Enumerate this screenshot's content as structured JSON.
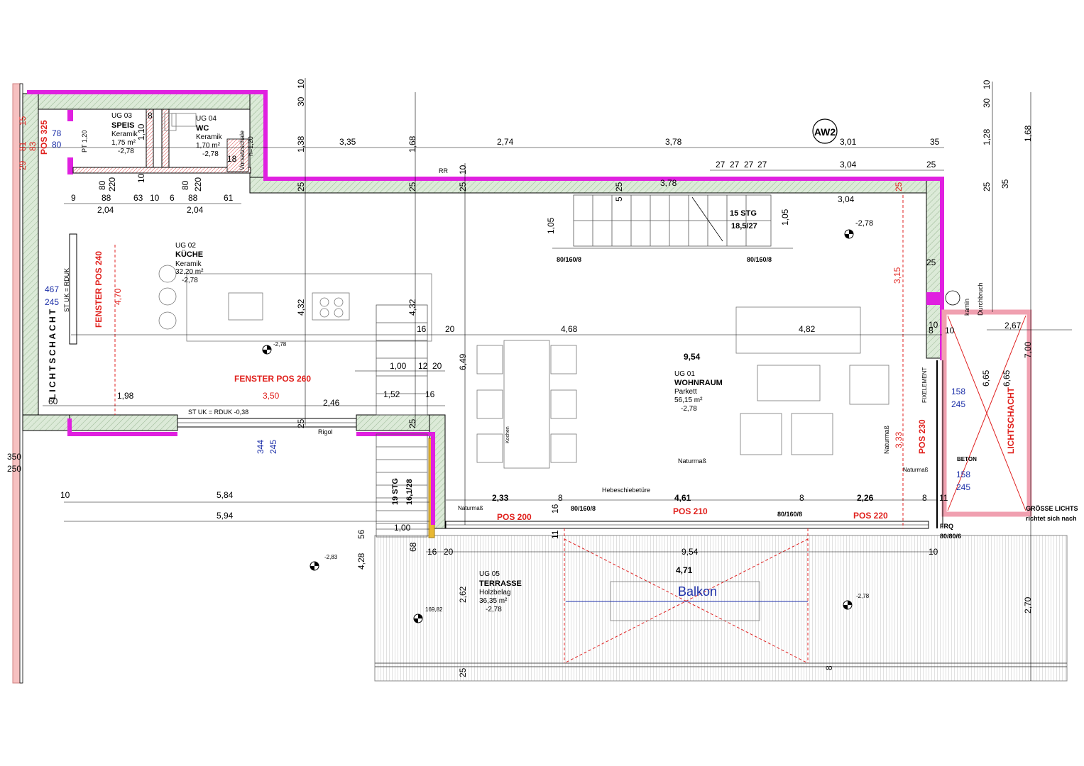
{
  "axis_label": "AW2",
  "rooms": {
    "speis": {
      "code": "UG 03",
      "name": "SPEIS",
      "floor": "Keramik",
      "area": "1,75 m²",
      "level": "-2,78"
    },
    "wc": {
      "code": "UG 04",
      "name": "WC",
      "floor": "Keramik",
      "area": "1,70 m²",
      "level": "-2,78"
    },
    "kueche": {
      "code": "UG 02",
      "name": "KÜCHE",
      "floor": "Keramik",
      "area": "32,20 m²",
      "level": "-2,78"
    },
    "wohnraum": {
      "code": "UG 01",
      "name": "WOHNRAUM",
      "floor": "Parkett",
      "area": "56,15 m²",
      "level": "-2,78"
    },
    "terrasse": {
      "code": "UG 05",
      "name": "TERRASSE",
      "floor": "Holzbelag",
      "area": "36,35 m²",
      "level": "-2,78"
    }
  },
  "labels": {
    "lichtschacht_left": "LICHTSCHACHT",
    "lichtschacht_right": "LICHTSCHACHT",
    "fenster_pos_240": "FENSTER POS 240",
    "fenster_pos_260": "FENSTER POS 260",
    "pos_325": "POS 325",
    "pos_230": "POS 230",
    "pos_200": "POS 200",
    "pos_210": "POS 210",
    "pos_220": "POS 220",
    "balkon": "Balkon",
    "hebeschiebetuere": "Hebeschiebetüre",
    "rigol": "Rigol",
    "st_uk_rduk_038": "ST UK  = RDUK -0,38",
    "st_uk_rduk": "ST UK = RDUK",
    "vorsatzschale": "Vorsatzschale",
    "h120": "h=1,20",
    "pt120": "PT 1,20",
    "stairs_main_1": "15 STG",
    "stairs_main_2": "18,5/27",
    "stairs_small_1": "19 STG",
    "stairs_small_2": "16,1/28",
    "naturmass": "Naturmaß",
    "naturmass_small": "Naturmaß",
    "fixelement": "FIXELEMENT",
    "beton": "BETON",
    "kamin": "kamin",
    "durchbruch": "Durchbruch",
    "groesse_1": "GRÖSSE LICHTS",
    "groesse_2": "richtet sich nach",
    "frq_1": "FRQ",
    "frq_2": "80/80/6",
    "window_80_160_8": "80/160/8",
    "rr": "RR",
    "kochen": "Kochen",
    "level_283": "-2,83",
    "level_16982": "169,82",
    "level_278": "-2,78"
  },
  "dims": {
    "top_row": [
      "1,38",
      "3,35",
      "1,68",
      "2,74",
      "3,78",
      "3,01",
      "35",
      "1,28",
      "1,68"
    ],
    "top_small": [
      "30",
      "10",
      "30",
      "10"
    ],
    "stair_row": [
      "27",
      "27",
      "27",
      "27",
      "3,04",
      "25"
    ],
    "row2": [
      "9",
      "88",
      "63",
      "10",
      "6",
      "88",
      "61"
    ],
    "row2b": [
      "2,04",
      "2,04"
    ],
    "door_80_220": [
      "80",
      "220",
      "80",
      "220"
    ],
    "misc": [
      "3,78",
      "3,04",
      "25",
      "10",
      "25",
      "25",
      "25",
      "5",
      "25",
      "1,05",
      "1,05",
      "35",
      "25"
    ],
    "left_stack": [
      "29",
      "81",
      "15",
      "83",
      "78",
      "80"
    ],
    "kueche_dims": [
      "4,32",
      "4,70",
      "4,32",
      "1,00",
      "12",
      "20",
      "6,49",
      "1,98",
      "60",
      "3,50",
      "2,46",
      "1,52",
      "16",
      "16",
      "20",
      "4,68",
      "4,82",
      "9,54",
      "10",
      "8",
      "10",
      "2,67",
      "3,15",
      "25",
      "467",
      "245",
      "344",
      "245",
      "25",
      "25",
      "8",
      "18",
      "1,10",
      "10"
    ],
    "right_dims": [
      "6,65",
      "6,65",
      "7,00",
      "158",
      "245",
      "158",
      "245",
      "3,33"
    ],
    "bottom_dims": [
      "5,84",
      "5,94",
      "10",
      "2,33",
      "8",
      "4,61",
      "8",
      "2,26",
      "8",
      "11",
      "16",
      "11",
      "1,00",
      "56",
      "68",
      "4,28",
      "16",
      "20",
      "9,54",
      "10",
      "4,71",
      "2,62",
      "2,70",
      "25",
      "8",
      "350",
      "250"
    ]
  }
}
